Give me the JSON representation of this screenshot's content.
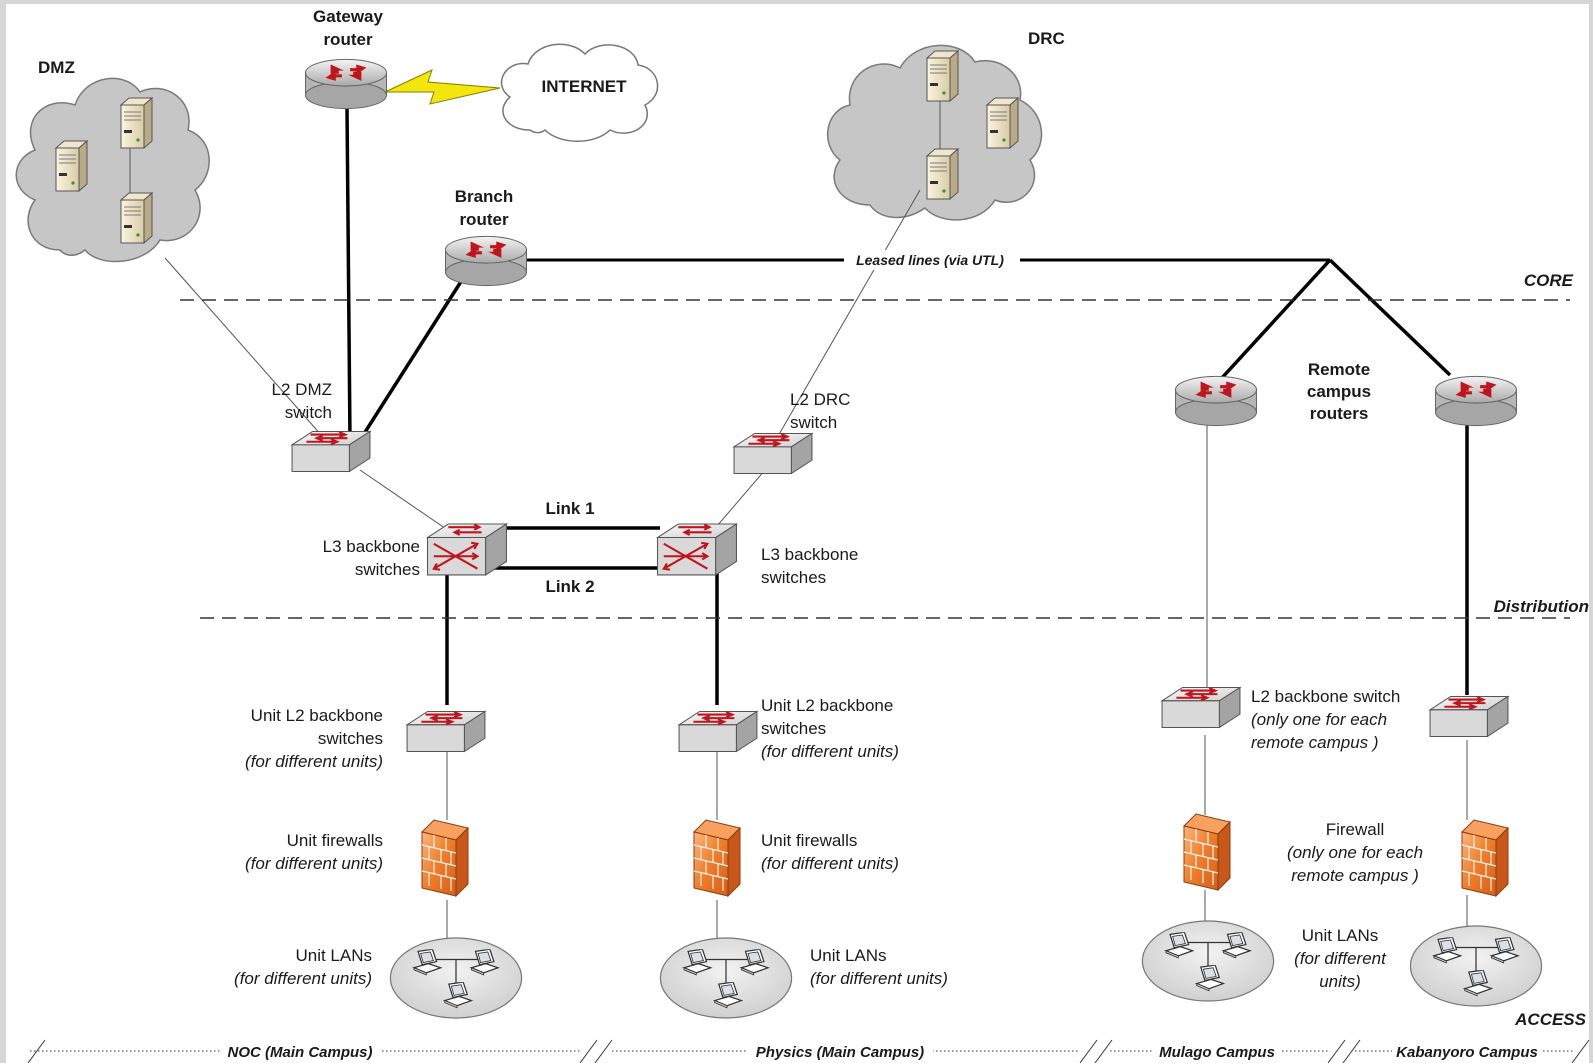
{
  "labels": {
    "gateway_router": [
      "Gateway",
      "router"
    ],
    "internet": "INTERNET",
    "dmz": "DMZ",
    "drc": "DRC",
    "branch_router": [
      "Branch",
      "router"
    ],
    "leased_lines": "Leased lines (via UTL)",
    "l2_dmz_switch": [
      "L2 DMZ",
      "switch"
    ],
    "l2_drc_switch": [
      "L2 DRC",
      "switch"
    ],
    "remote_routers": [
      "Remote",
      "campus",
      "routers"
    ],
    "link1": "Link 1",
    "link2": "Link 2",
    "l3_left": [
      "L3 backbone",
      "switches"
    ],
    "l3_right": [
      "L3 backbone",
      "switches"
    ],
    "unit_l2_left": [
      "Unit L2 backbone",
      "switches",
      "(for different units)"
    ],
    "unit_l2_right": [
      "Unit L2 backbone",
      "switches",
      "(for different units)"
    ],
    "fw_left": [
      "Unit firewalls",
      "(for different units)"
    ],
    "fw_right": [
      "Unit firewalls",
      "(for different units)"
    ],
    "lan_left": [
      "Unit LANs",
      "(for different units)"
    ],
    "lan_right": [
      "Unit LANs",
      "(for different units)"
    ],
    "remote_l2": [
      "L2 backbone switch",
      "(only one for each",
      "remote campus )"
    ],
    "remote_fw": [
      "Firewall",
      "(only one for each",
      "remote campus )"
    ],
    "remote_lans": [
      "Unit LANs",
      "(for different",
      "units)"
    ]
  },
  "layers": {
    "core": "CORE",
    "distribution": "Distribution",
    "access": "ACCESS"
  },
  "campuses": [
    "NOC (Main Campus)",
    "Physics (Main Campus)",
    "Mulago Campus",
    "Kabanyoro Campus"
  ],
  "colors": {
    "background": "#ffffff",
    "cloud": "#c8c8c8",
    "router_arrow": "#c0151c",
    "firewall": "#ee7c2a",
    "lightning": "#f2e60d"
  },
  "icons": [
    "router-icon",
    "l2-switch-icon",
    "l3-switch-icon",
    "server-icon",
    "firewall-icon",
    "workstation-icon",
    "cloud-icon"
  ]
}
